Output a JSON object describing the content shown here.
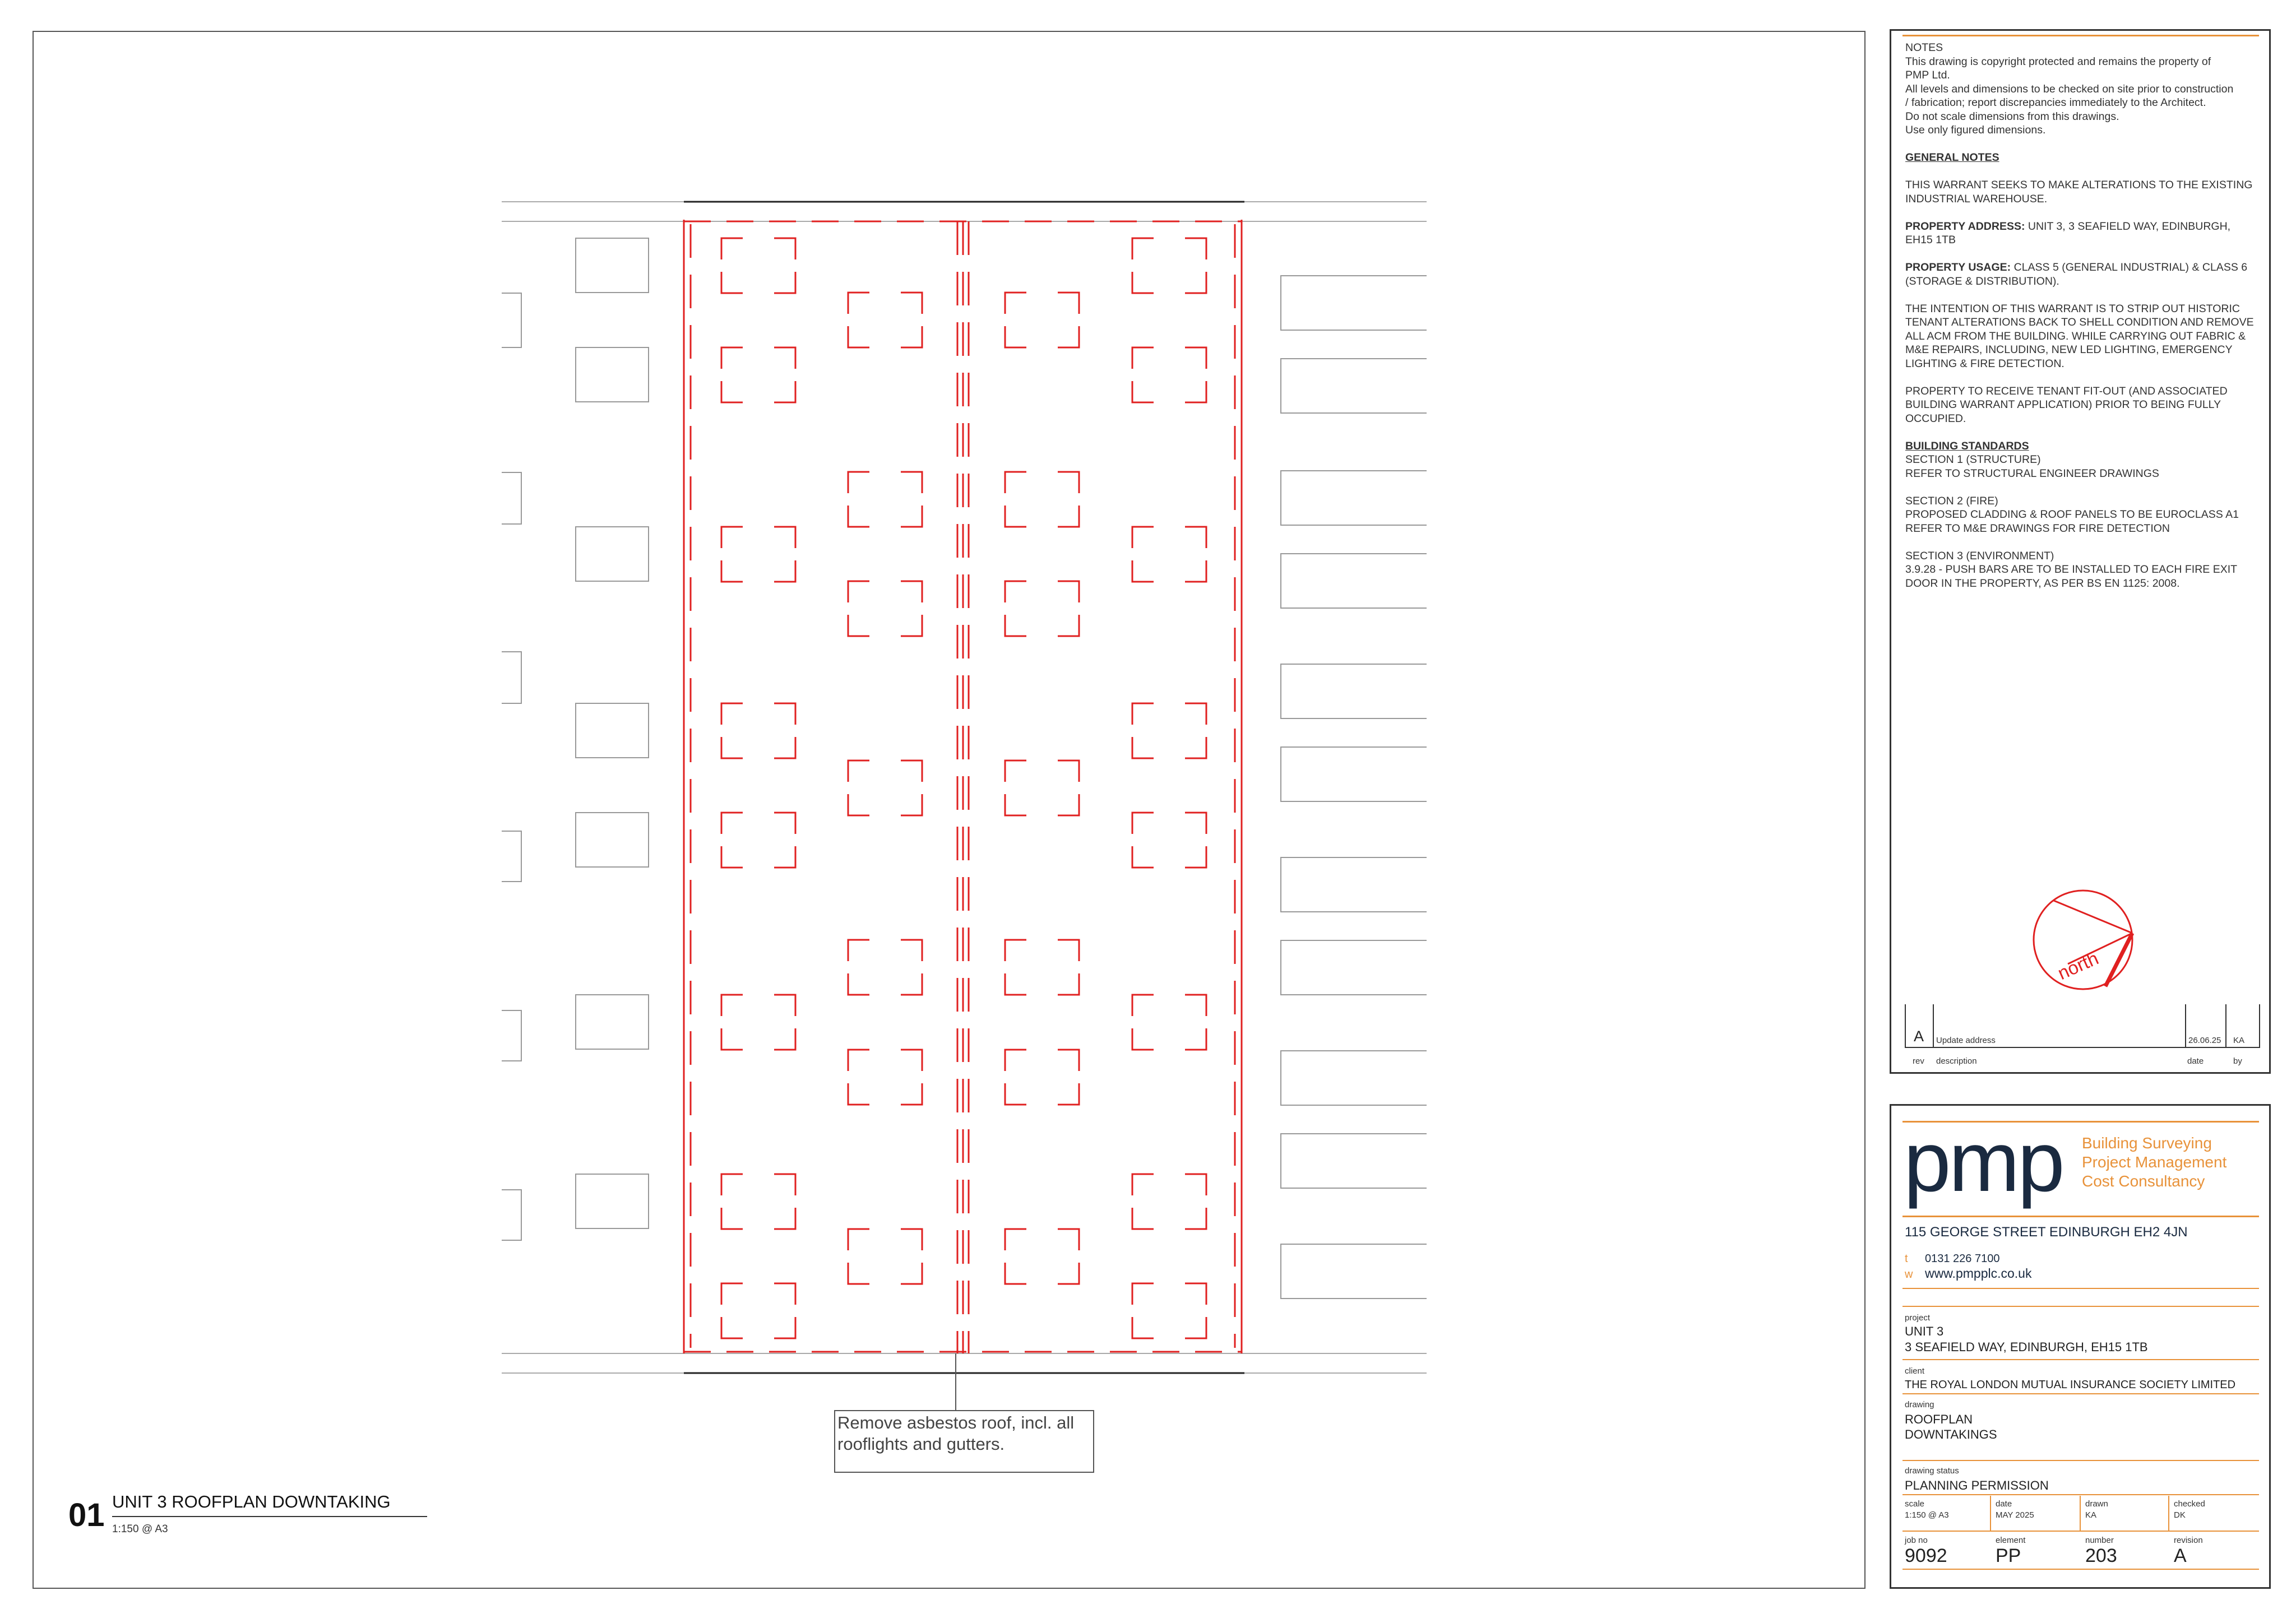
{
  "notes": {
    "heading": "NOTES",
    "lines": [
      "This drawing is copyright protected and remains the property of",
      "PMP Ltd.",
      "All levels and dimensions to be checked on site prior to construction",
      "/ fabrication; report discrepancies immediately to the Architect.",
      "Do not scale dimensions from this drawings.",
      "Use only figured dimensions."
    ],
    "general_heading": "GENERAL NOTES",
    "general_intro": "THIS WARRANT SEEKS TO MAKE ALTERATIONS TO THE EXISTING INDUSTRIAL WAREHOUSE.",
    "address_label": "PROPERTY ADDRESS:",
    "address_value": " UNIT 3, 3 SEAFIELD WAY, EDINBURGH, EH15 1TB",
    "usage_label": "PROPERTY USAGE:",
    "usage_value": " CLASS 5 (GENERAL INDUSTRIAL) & CLASS 6 (STORAGE & DISTRIBUTION).",
    "intention": "THE INTENTION OF THIS WARRANT IS TO STRIP OUT HISTORIC TENANT ALTERATIONS BACK TO SHELL CONDITION AND REMOVE ALL ACM FROM THE BUILDING. WHILE CARRYING OUT FABRIC & M&E REPAIRS, INCLUDING, NEW LED LIGHTING, EMERGENCY LIGHTING & FIRE DETECTION.",
    "fitout": "PROPERTY TO RECEIVE TENANT FIT-OUT (AND ASSOCIATED BUILDING WARRANT APPLICATION) PRIOR TO BEING FULLY OCCUPIED.",
    "standards_heading": "BUILDING STANDARDS",
    "section1_title": "SECTION 1 (STRUCTURE)",
    "section1_text": "REFER TO STRUCTURAL ENGINEER DRAWINGS",
    "section2_title": "SECTION 2 (FIRE)",
    "section2_line1": "PROPOSED CLADDING & ROOF PANELS TO BE EUROCLASS A1",
    "section2_line2": "REFER TO M&E DRAWINGS FOR FIRE DETECTION",
    "section3_title": "SECTION 3 (ENVIRONMENT)",
    "section3_text": "3.9.28 - PUSH BARS ARE TO BE INSTALLED TO EACH FIRE EXIT DOOR IN THE PROPERTY, AS PER BS EN 1125: 2008."
  },
  "north_label": "north",
  "revision_table": {
    "rev": "A",
    "description": "Update address",
    "date": "26.06.25",
    "by": "KA",
    "headers": {
      "rev": "rev",
      "description": "description",
      "date": "date",
      "by": "by"
    }
  },
  "company": {
    "logo_text": "pmp",
    "services": [
      "Building Surveying",
      "Project Management",
      "Cost Consultancy"
    ],
    "address": "115 GEORGE STREET  EDINBURGH  EH2 4JN",
    "phone_prefix": "t",
    "phone": "0131 226 7100",
    "web_prefix": "w",
    "web": "www.pmpplc.co.uk"
  },
  "title_block": {
    "project_label": "project",
    "project_line1": "UNIT 3",
    "project_line2": "3 SEAFIELD WAY, EDINBURGH, EH15 1TB",
    "client_label": "client",
    "client": "THE ROYAL LONDON MUTUAL INSURANCE SOCIETY LIMITED",
    "drawing_label": "drawing",
    "drawing_line1": "ROOFPLAN",
    "drawing_line2": "DOWNTAKINGS",
    "status_label": "drawing status",
    "status": "PLANNING PERMISSION",
    "scale_label": "scale",
    "scale": "1:150 @ A3",
    "date_label": "date",
    "date": "MAY 2025",
    "drawn_label": "drawn",
    "drawn": "KA",
    "checked_label": "checked",
    "checked": "DK",
    "jobno_label": "job no",
    "jobno": "9092",
    "element_label": "element",
    "element": "PP",
    "number_label": "number",
    "number": "203",
    "revision_label": "revision",
    "revision": "A"
  },
  "view_title": {
    "number": "01",
    "title": "UNIT 3 ROOFPLAN DOWNTAKING",
    "scale": "1:150 @ A3"
  },
  "annotation": "Remove asbestos roof, incl. all rooflights and gutters.",
  "colors": {
    "accent": "#e8923a",
    "demolition": "#e02020",
    "navy": "#1a2a40"
  }
}
